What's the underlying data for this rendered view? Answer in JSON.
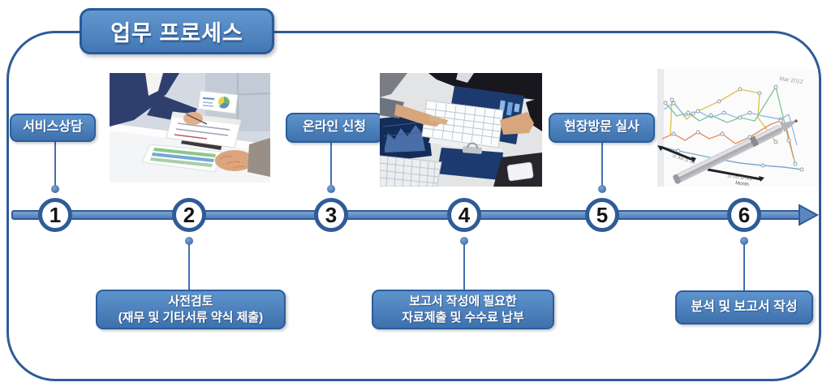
{
  "title": "업무 프로세스",
  "steps": [
    {
      "num": "1",
      "label": "서비스상담",
      "side": "top"
    },
    {
      "num": "2",
      "label": "사전검토\n(재무 및 기타서류 약식 제출)",
      "side": "bottom"
    },
    {
      "num": "3",
      "label": "온라인 신청",
      "side": "top"
    },
    {
      "num": "4",
      "label": "보고서 작성에 필요한\n자료제출 및 수수료 납부",
      "side": "bottom"
    },
    {
      "num": "5",
      "label": "현장방문 실사",
      "side": "top"
    },
    {
      "num": "6",
      "label": "분석 및 보고서 작성",
      "side": "bottom"
    }
  ],
  "photos": [
    {
      "alt": "business-consultation-photo"
    },
    {
      "alt": "document-review-desk-photo"
    },
    {
      "alt": "line-charts-and-pen-photo"
    }
  ],
  "colors": {
    "accent": "#4a7ebb",
    "dark_border": "#2f5b97",
    "box_fill_top": "#5e93cc",
    "box_fill_bottom": "#3e71ad",
    "bar_fill": "#5b87bd"
  }
}
